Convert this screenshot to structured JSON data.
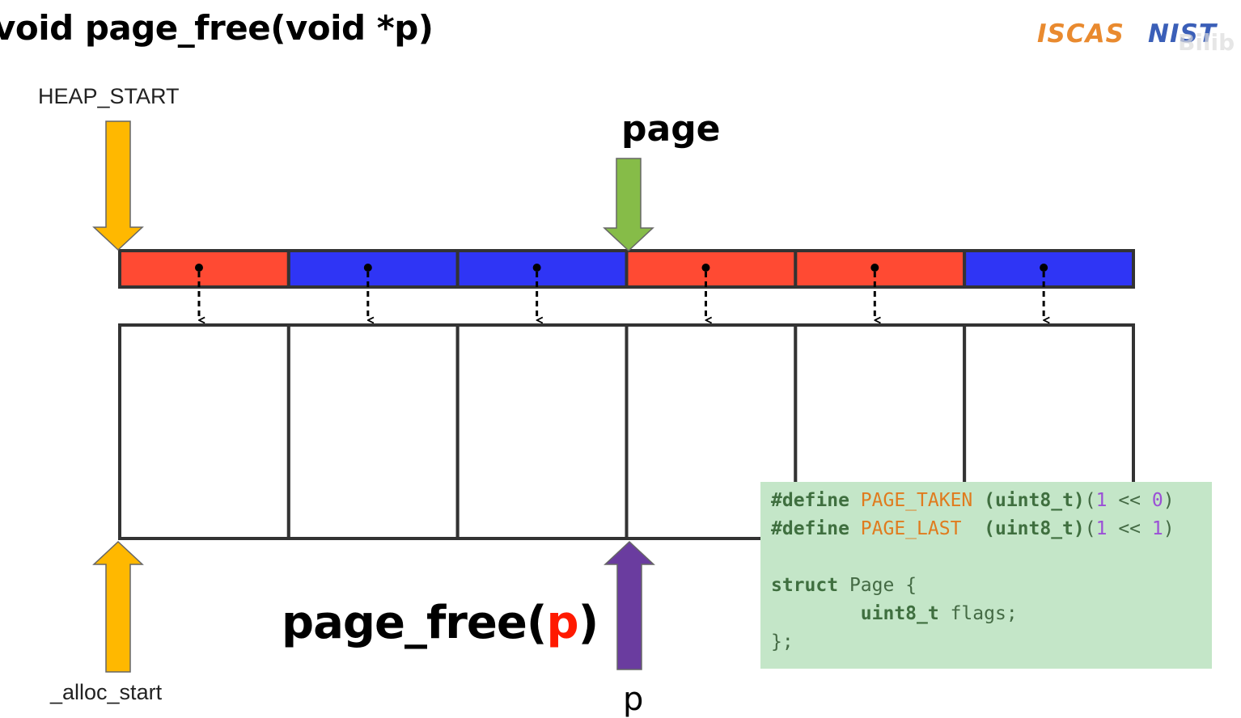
{
  "title": "void page_free(void *p)",
  "logos": {
    "left": "ISCAS",
    "right": "NIST"
  },
  "watermark": "Bilib",
  "labels": {
    "heap_start": "HEAP_START",
    "page": "page",
    "alloc_start": "_alloc_start",
    "p": "p"
  },
  "call": {
    "prefix": "page_free(",
    "arg": "p",
    "suffix": ")"
  },
  "descriptors": [
    {
      "state": "taken"
    },
    {
      "state": "free"
    },
    {
      "state": "free"
    },
    {
      "state": "taken"
    },
    {
      "state": "taken"
    },
    {
      "state": "free"
    }
  ],
  "colors": {
    "taken": "#ff4a33",
    "free": "#2f35f5",
    "heap_start_arrow": "#ffb800",
    "page_arrow": "#86bc48",
    "p_arrow": "#6a3c9f",
    "arg_highlight": "#ff1a00"
  },
  "code": {
    "define1": {
      "kw": "#define",
      "name": "PAGE_TAKEN",
      "type": "(uint8_t)",
      "open": "(",
      "one": "1",
      "op": " << ",
      "shift": "0",
      "close": ")"
    },
    "define2": {
      "kw": "#define",
      "name": "PAGE_LAST",
      "type": "(uint8_t)",
      "open": "(",
      "one": "1",
      "op": " << ",
      "shift": "1",
      "close": ")"
    },
    "struct_open": {
      "kw": "struct",
      "name": "Page {"
    },
    "field": {
      "type": "uint8_t",
      "name": "flags;"
    },
    "struct_close": "};"
  }
}
